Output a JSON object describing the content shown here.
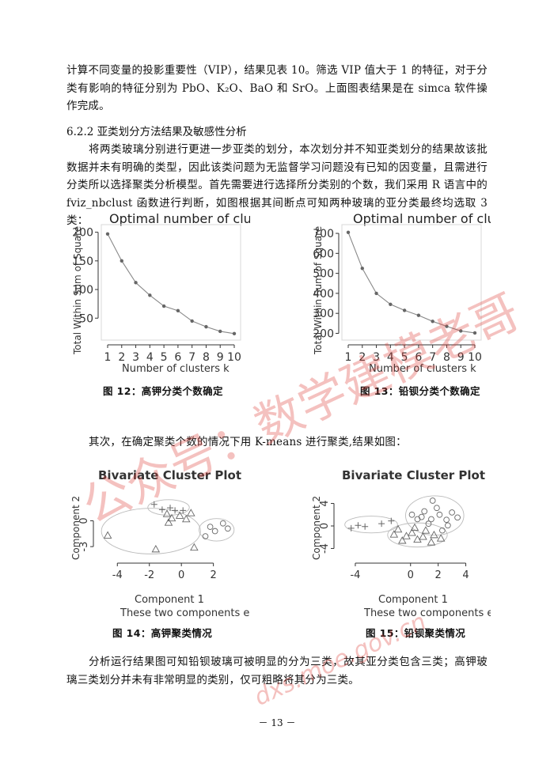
{
  "para1": "计算不同变量的投影重要性（VIP），结果见表 10。筛选 VIP 值大于 1 的特征，对于分类有影响的特征分别为 PbO、K₂O、BaO 和 SrO。上面图表结果是在 simca 软件操作完成。",
  "heading": "6.2.2 亚类划分方法结果及敏感性分析",
  "para2": "将两类玻璃分别进行更进一步亚类的划分，本次划分并不知亚类划分的结果故该批数据并未有明确的类型，因此该类问题为无监督学习问题没有已知的因变量，且需进行分类所以选择聚类分析模型。首先需要进行选择所分类别的个数，我们采用 R 语言中的 fviz_nbclust 函数进行判断，如图根据其间断点可知两种玻璃的亚分类最终均选取 3 类：",
  "para3": "其次，在确定聚类个数的情况下用 K-means 进行聚类,结果如图：",
  "para4": "分析运行结果图可知铅钡玻璃可被明显的分为三类，故其亚分类包含三类；高钾玻璃三类划分并未有非常明显的类别，仅可粗略将其分为三类。",
  "page_number": "－ 13 －",
  "watermark1": "公众号：数学建模老哥",
  "watermark2": "dxs.moe.gov.cn",
  "colors": {
    "line": "#888888",
    "watermark": "#e0423a"
  },
  "chart_data": [
    {
      "type": "line",
      "title": "Optimal number of clus",
      "xlabel": "Number of clusters k",
      "ylabel": "Total Within Sum of Square",
      "x": [
        1,
        2,
        3,
        4,
        5,
        6,
        7,
        8,
        9,
        10
      ],
      "values": [
        197,
        150,
        112,
        90,
        71,
        63,
        45,
        35,
        27,
        23
      ],
      "yticks": [
        50,
        100,
        150,
        200
      ],
      "ylim": [
        20,
        205
      ],
      "caption": "图 12：高钾分类个数确定"
    },
    {
      "type": "line",
      "title": "Optimal number of clus",
      "xlabel": "Number of clusters k",
      "ylabel": "Total Within Sum of Square",
      "x": [
        1,
        2,
        3,
        4,
        5,
        6,
        7,
        8,
        9,
        10
      ],
      "values": [
        705,
        525,
        400,
        345,
        315,
        290,
        260,
        235,
        212,
        202
      ],
      "yticks": [
        200,
        300,
        400,
        500,
        600,
        700
      ],
      "ylim": [
        190,
        720
      ],
      "caption": "图 13：铅钡分类个数确定"
    },
    {
      "type": "scatter",
      "title": "Bivariate Cluster Plot",
      "xlabel": "Component 1",
      "ylabel": "Component 2",
      "subtitle": "These two components e:",
      "xticks": [
        -4,
        -2,
        0,
        2
      ],
      "yticks": [
        -3,
        0
      ],
      "xlim": [
        -5.2,
        3.6
      ],
      "ylim": [
        -4.0,
        2.8
      ],
      "caption": "图 14：高钾聚类情况",
      "points": [
        {
          "x": -1.7,
          "y": 1.9,
          "c": 1
        },
        {
          "x": -0.7,
          "y": 1.5,
          "c": 1
        },
        {
          "x": -1.2,
          "y": 1.3,
          "c": 1
        },
        {
          "x": -0.4,
          "y": 1.2,
          "c": 1
        },
        {
          "x": 0.1,
          "y": 1.2,
          "c": 1
        },
        {
          "x": -4.6,
          "y": -1.7,
          "c": 2
        },
        {
          "x": -1.6,
          "y": -3.3,
          "c": 2
        },
        {
          "x": 0.8,
          "y": -3.1,
          "c": 2
        },
        {
          "x": -0.9,
          "y": 0.8,
          "c": 2
        },
        {
          "x": -0.6,
          "y": 0.3,
          "c": 2
        },
        {
          "x": -0.1,
          "y": 0.6,
          "c": 2
        },
        {
          "x": 0.3,
          "y": 0.2,
          "c": 2
        },
        {
          "x": -0.8,
          "y": -0.2,
          "c": 2
        },
        {
          "x": 0.6,
          "y": 0.9,
          "c": 2
        },
        {
          "x": 1.8,
          "y": -0.7,
          "c": 3
        },
        {
          "x": 2.1,
          "y": -1.2,
          "c": 3
        },
        {
          "x": 2.6,
          "y": -0.3,
          "c": 3
        },
        {
          "x": 1.5,
          "y": -1.8,
          "c": 3
        },
        {
          "x": 2.9,
          "y": -0.9,
          "c": 3
        }
      ]
    },
    {
      "type": "scatter",
      "title": "Bivariate Cluster Plot",
      "xlabel": "Component 1",
      "ylabel": "Component 2",
      "subtitle": "These two components e:",
      "xticks": [
        -4,
        0,
        2,
        4
      ],
      "yticks": [
        -4,
        0,
        4
      ],
      "xlim": [
        -5.2,
        5.0
      ],
      "ylim": [
        -5.2,
        5.2
      ],
      "caption": "图 15：铅钡聚类情况",
      "points": [
        {
          "x": -4.3,
          "y": -0.4,
          "c": 1
        },
        {
          "x": -3.8,
          "y": 0.1,
          "c": 1
        },
        {
          "x": -2.1,
          "y": 0.4,
          "c": 1
        },
        {
          "x": -1.4,
          "y": 0.9,
          "c": 1
        },
        {
          "x": -3.3,
          "y": -0.1,
          "c": 1
        },
        {
          "x": -0.9,
          "y": -0.6,
          "c": 2
        },
        {
          "x": -0.3,
          "y": -1.8,
          "c": 2
        },
        {
          "x": 0.1,
          "y": -1.2,
          "c": 2
        },
        {
          "x": 0.5,
          "y": -2.4,
          "c": 2
        },
        {
          "x": 1.1,
          "y": -0.8,
          "c": 2
        },
        {
          "x": 1.5,
          "y": -2.9,
          "c": 2
        },
        {
          "x": -0.6,
          "y": -2.6,
          "c": 2
        },
        {
          "x": 0.9,
          "y": -1.9,
          "c": 2
        },
        {
          "x": 1.7,
          "y": -1.6,
          "c": 2
        },
        {
          "x": 2.2,
          "y": -2.2,
          "c": 2
        },
        {
          "x": -1.2,
          "y": -1.5,
          "c": 2
        },
        {
          "x": 0.3,
          "y": -0.3,
          "c": 2
        },
        {
          "x": 0.5,
          "y": 1.2,
          "c": 3
        },
        {
          "x": 1.0,
          "y": 2.6,
          "c": 3
        },
        {
          "x": 1.6,
          "y": 4.5,
          "c": 3
        },
        {
          "x": 2.1,
          "y": 2.0,
          "c": 3
        },
        {
          "x": 2.6,
          "y": 1.1,
          "c": 3
        },
        {
          "x": 1.3,
          "y": 0.4,
          "c": 3
        },
        {
          "x": 3.0,
          "y": 2.4,
          "c": 3
        },
        {
          "x": 0.1,
          "y": 2.0,
          "c": 3
        },
        {
          "x": 1.9,
          "y": 3.2,
          "c": 3
        },
        {
          "x": 2.7,
          "y": 0.1,
          "c": 3
        },
        {
          "x": 3.4,
          "y": 1.5,
          "c": 3
        },
        {
          "x": 0.8,
          "y": 1.6,
          "c": 3
        },
        {
          "x": 2.3,
          "y": -0.8,
          "c": 3
        },
        {
          "x": 1.5,
          "y": 1.2,
          "c": 3
        }
      ]
    }
  ]
}
